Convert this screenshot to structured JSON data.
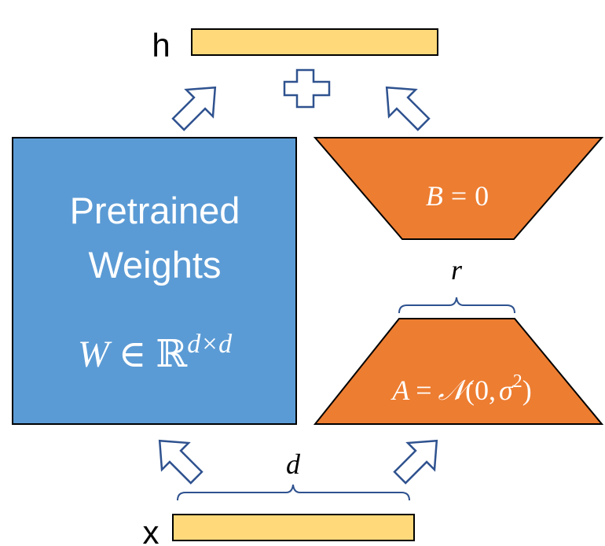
{
  "output": {
    "label": "h"
  },
  "input": {
    "label": "x"
  },
  "plus_symbol": "plus",
  "pretrained": {
    "line1": "Pretrained",
    "line2": "Weights",
    "formula": {
      "var": "W",
      "rel": "∈",
      "set": "ℝ",
      "exp": "d×d"
    }
  },
  "matrix_b": {
    "var": "B",
    "rel": "=",
    "val": "0"
  },
  "matrix_a": {
    "var": "A",
    "rel": "=",
    "dist": "𝒩",
    "open": "(0,",
    "sigma": "σ",
    "sq": "2",
    "close": ")"
  },
  "rank_label": "r",
  "dim_label": "d",
  "colors": {
    "pretrained_fill": "#5b9bd5",
    "lora_fill": "#ed7d31",
    "bar_fill": "#ffd97a",
    "outline": "#000000",
    "arrow_stroke": "#2f528f",
    "brace_stroke": "#2f528f",
    "text_on_fill": "#ffffff"
  }
}
